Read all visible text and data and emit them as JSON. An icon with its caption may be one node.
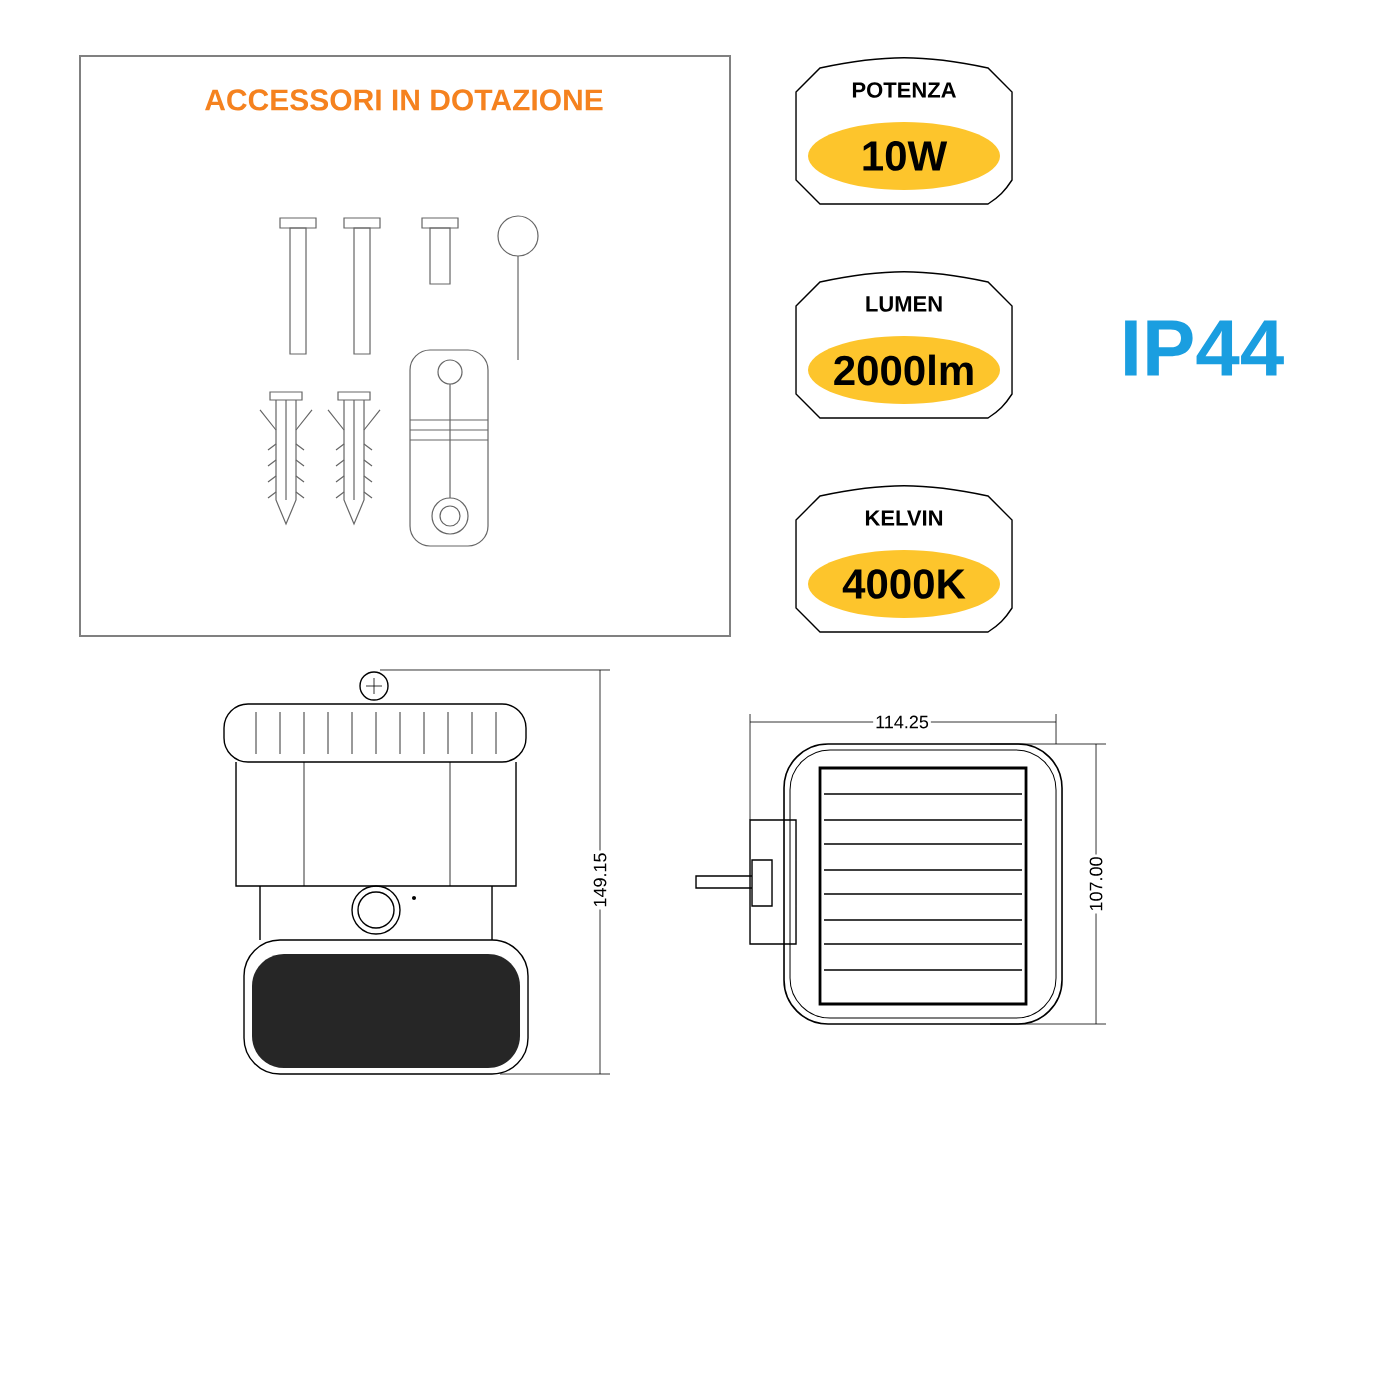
{
  "diagram": {
    "nodes": [
      {
        "text": [
          "ACCESSORI IN DOTAZIONE"
        ]
      },
      {
        "text": [
          "POTENZA",
          "10W"
        ]
      },
      {
        "text": [
          "LUMEN",
          "2000lm"
        ]
      },
      {
        "text": [
          "KELVIN",
          "4000K"
        ]
      }
    ],
    "labels": [
      "IP44",
      "149.15",
      "114.25",
      "107.00"
    ]
  }
}
